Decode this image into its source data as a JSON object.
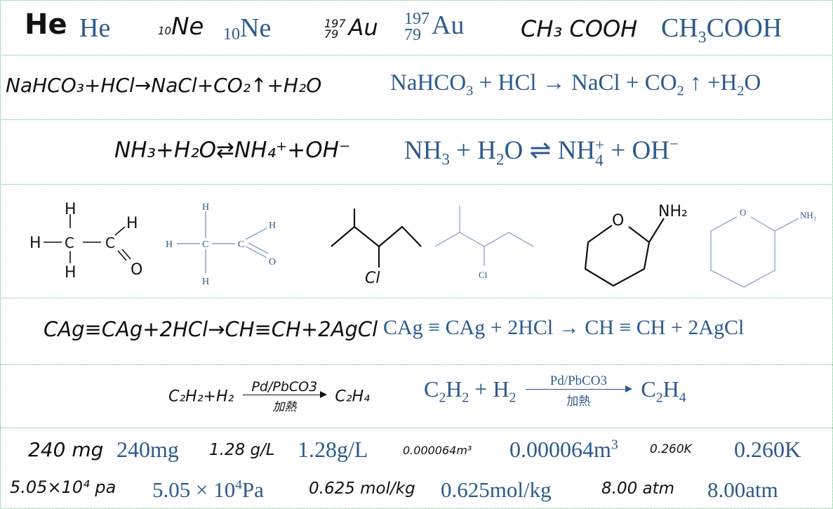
{
  "row1": {
    "he_hw": "He",
    "he_tx": "He",
    "ne_hw_num": "10",
    "ne_hw_sym": "Ne",
    "ne_tx_num": "10",
    "ne_tx_sym": "Ne",
    "au_hw_mass": "197",
    "au_hw_num": "79",
    "au_hw_sym": "Au",
    "au_tx_mass": "197",
    "au_tx_num": "79",
    "au_tx_sym": "Au",
    "acetic_hw": "CH₃ COOH",
    "acetic_tx_a": "CH",
    "acetic_tx_sub": "3",
    "acetic_tx_b": "COOH"
  },
  "row2": {
    "hw": "NaHCO₃+HCl→NaCl+CO₂↑+H₂O",
    "tx_1": "NaHCO",
    "tx_1s": "3",
    "tx_2": " + HCl → NaCl + CO",
    "tx_2s": "2",
    "tx_3": " ↑ +H",
    "tx_3s": "2",
    "tx_4": "O"
  },
  "row3": {
    "hw": "NH₃+H₂O⇄NH₄⁺+OH⁻",
    "tx_1": "NH",
    "tx_1s": "3",
    "tx_2": " + H",
    "tx_2s": "2",
    "tx_3": "O ⇌ NH",
    "tx_3sup": "+",
    "tx_3sub": "4",
    "tx_4": " + OH",
    "tx_4sup": "−"
  },
  "row4": {
    "hw_H_top": "H",
    "hw_H_left": "H",
    "hw_C1": "C",
    "hw_C2": "C",
    "hw_H_right": "H",
    "hw_H_bot": "H",
    "hw_O": "O",
    "tx_H_top": "H",
    "tx_H_left": "H",
    "tx_C1": "C",
    "tx_C2": "C",
    "tx_H_right": "H",
    "tx_H_bot": "H",
    "tx_O": "O",
    "hw_Cl": "Cl",
    "tx_Cl": "Cl",
    "hw_O_ring": "O",
    "hw_NH2": "NH₂",
    "tx_O_ring": "O",
    "tx_NH2": "NH₂"
  },
  "row5": {
    "hw": "CAg≡CAg+2HCl→CH≡CH+2AgCl",
    "tx": "CAg ≡ CAg + 2HCl → CH ≡ CH + 2AgCl"
  },
  "row6": {
    "hw_left": "C₂H₂+H₂",
    "hw_top": "Pd/PbCO3",
    "hw_bot": "加熱",
    "hw_right": "C₂H₄",
    "tx_1": "C",
    "tx_1s": "2",
    "tx_2": "H",
    "tx_2s": "2",
    "tx_3": " + H",
    "tx_3s": "2",
    "tx_top": "Pd/PbCO3",
    "tx_bot": "加熱",
    "tx_4": "C",
    "tx_4s": "2",
    "tx_5": "H",
    "tx_5s": "4"
  },
  "row7": {
    "hw_1": "240 mg",
    "tx_1": "240mg",
    "hw_2": "1.28 g/L",
    "tx_2": "1.28g/L",
    "hw_3": "0.000064m³",
    "tx_3a": "0.000064m",
    "tx_3s": "3",
    "hw_4": "0.260K",
    "tx_4": "0.260K"
  },
  "row8": {
    "hw_1": "5.05×10⁴ pa",
    "tx_1a": "5.05 × 10",
    "tx_1s": "4",
    "tx_1b": "Pa",
    "hw_2": "0.625 mol/kg",
    "tx_2": "0.625mol/kg",
    "hw_3": "8.00 atm",
    "tx_3": "8.00atm"
  }
}
